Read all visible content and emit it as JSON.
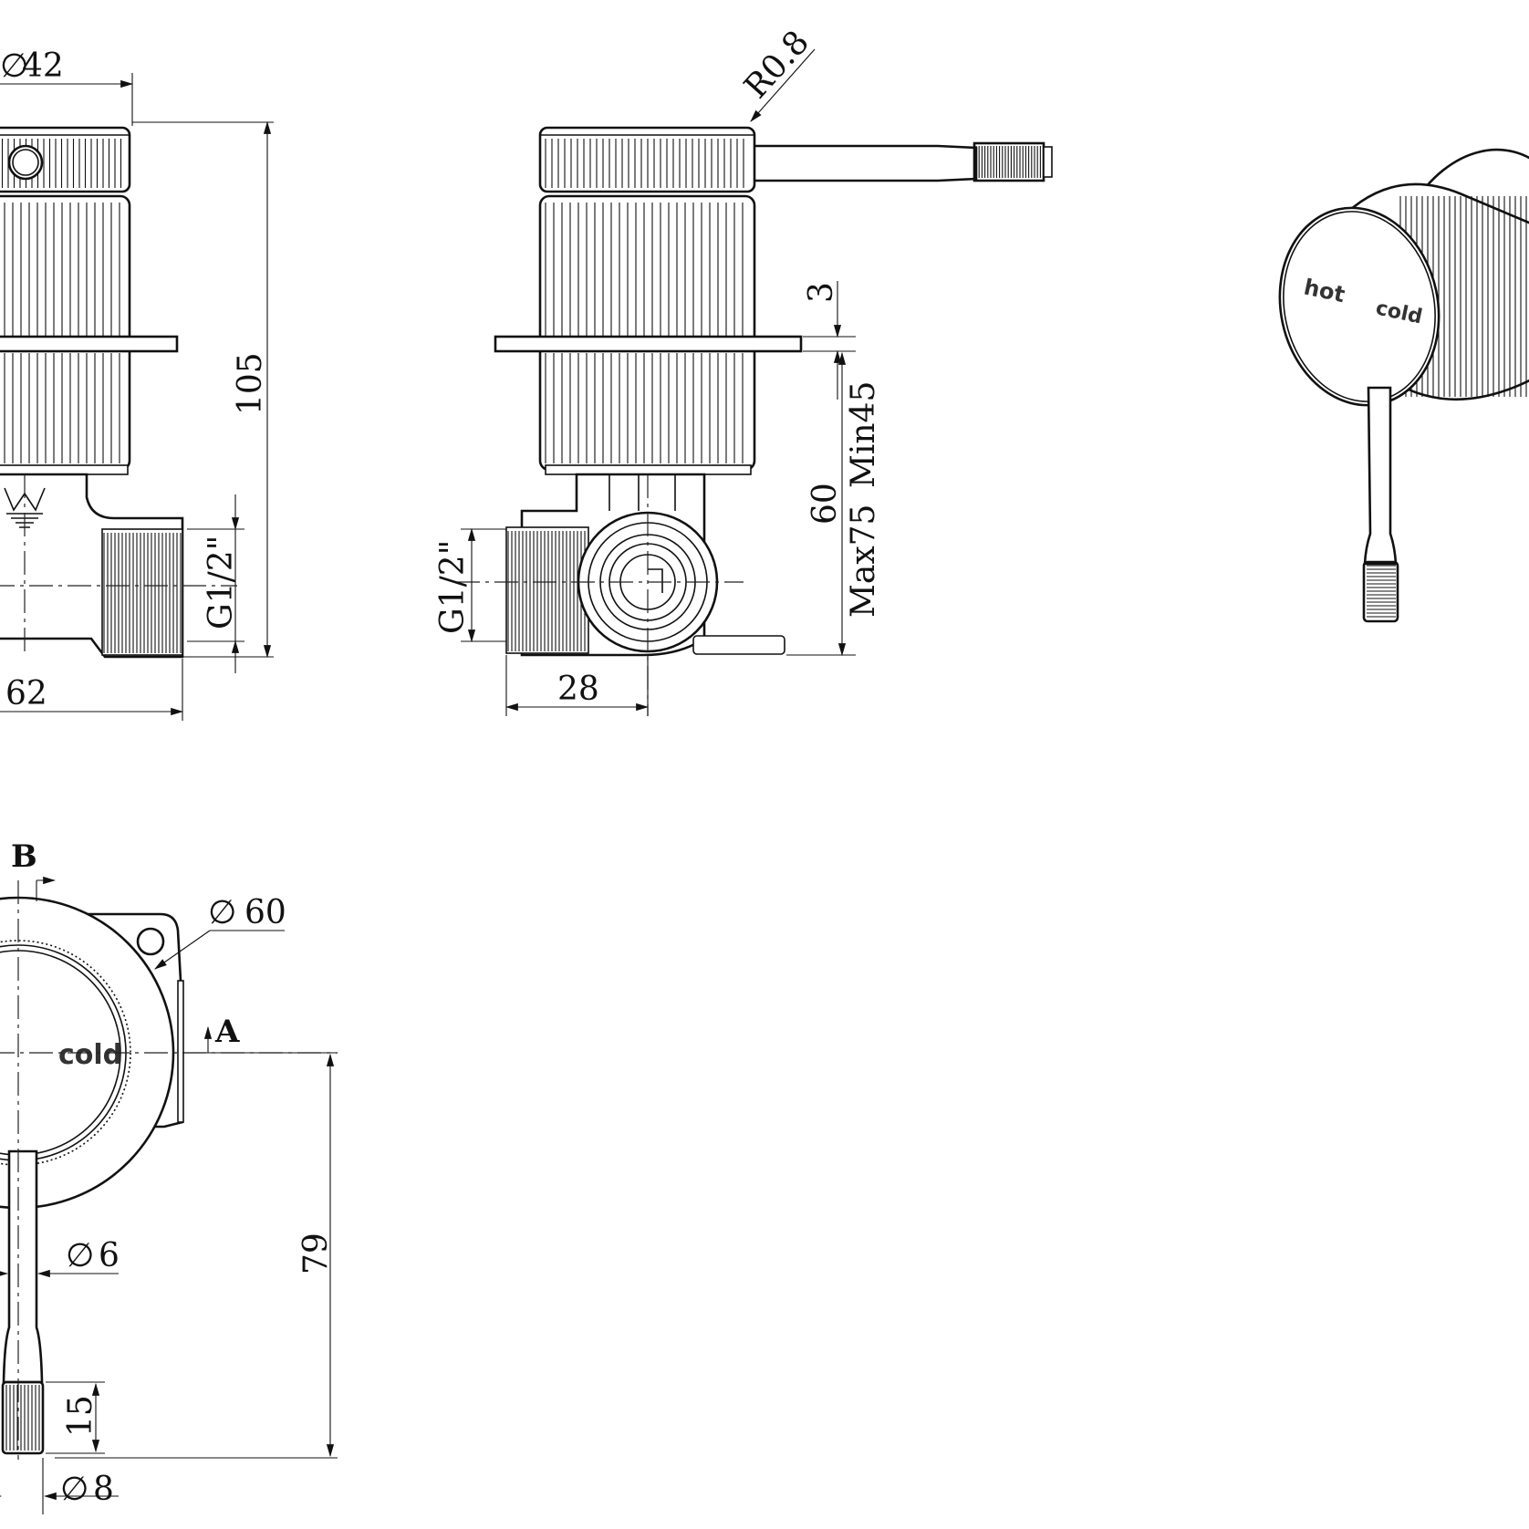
{
  "dimensions": {
    "dia_42": "42",
    "dia_symbol": "∅",
    "height_105": "105",
    "width_62": "62",
    "thread_left": "G1/2\"",
    "radius": "R0.8",
    "gap_3": "3",
    "range_min": "Min45",
    "depth_60": "60",
    "range_max": "Max75",
    "thread_mid": "G1/2\"",
    "width_28": "28",
    "dia_60": "60",
    "length_79": "79",
    "dia_6": "6",
    "grip_15": "15",
    "dia_8": "8"
  },
  "section_marks": {
    "b": "B",
    "a": "A"
  },
  "knob_labels": {
    "hot": "hot",
    "cold": "cold"
  }
}
